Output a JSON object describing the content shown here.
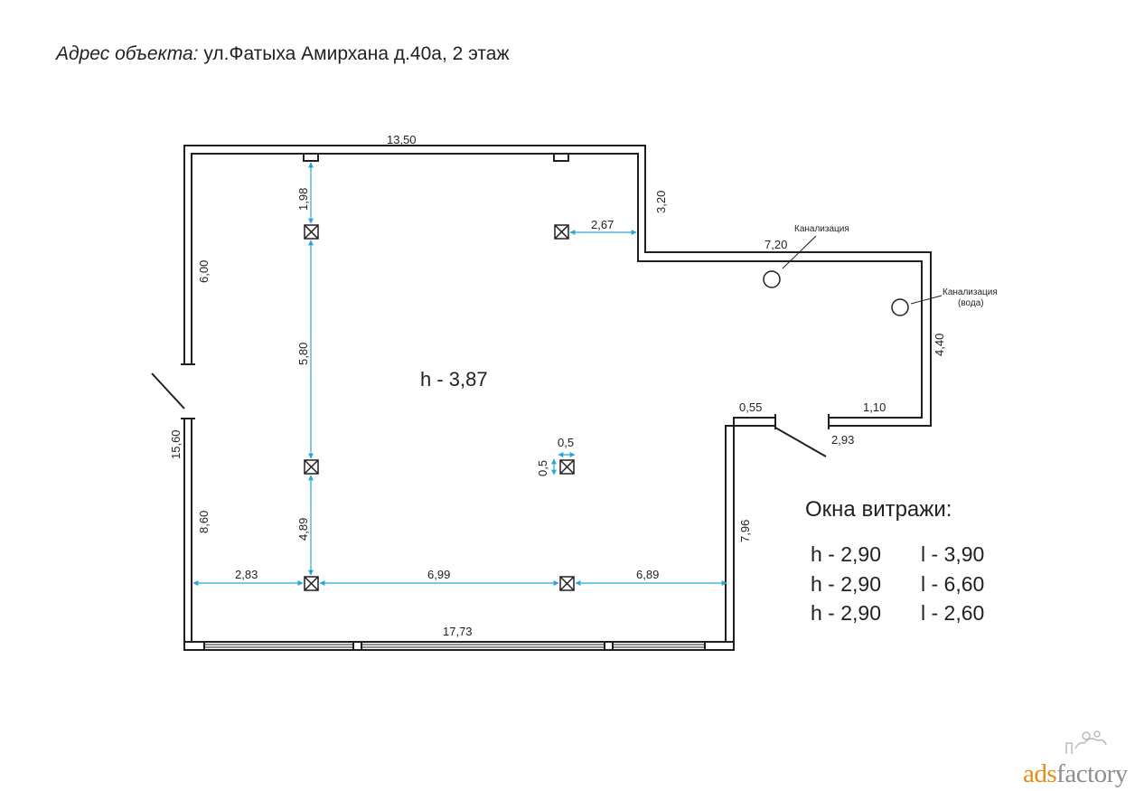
{
  "address": {
    "label": "Адрес объекта:",
    "value": "ул.Фатыха Амирхана д.40а, 2 этаж"
  },
  "ceiling_height": "h - 3,87",
  "dimensions": {
    "top_wall": "13,50",
    "right_upper_wall": "3,20",
    "right_mid_wall": "7,20",
    "far_right_wall": "4,40",
    "right_lower_segment": "1,10",
    "entry_gap_right": "0,55",
    "door_right": "2,93",
    "right_lower_wall": "7,96",
    "left_upper_wall": "6,00",
    "left_total": "15,60",
    "left_lower_wall": "8,60",
    "bottom_wall": "17,73",
    "col_top_offset": "1,98",
    "col_vertical_spacing": "5,80",
    "col_lower_spacing": "4,89",
    "col_left_offset": "2,83",
    "col_horizontal_spacing": "6,99",
    "col_right_offset": "6,89",
    "col_upper_right_offset": "2,67",
    "col_size_w": "0,5",
    "col_size_h": "0,5"
  },
  "annotations": {
    "sewer_1": "Канализация",
    "sewer_2_line1": "Канализация",
    "sewer_2_line2": "(вода)"
  },
  "windows": {
    "title": "Окна витражи:",
    "rows": [
      {
        "h": "h - 2,90",
        "l": "l - 3,90"
      },
      {
        "h": "h - 2,90",
        "l": "l - 6,60"
      },
      {
        "h": "h - 2,90",
        "l": "l - 2,60"
      }
    ]
  },
  "brand": {
    "part1": "ads",
    "part2": "factory"
  },
  "colors": {
    "wall": "#231f20",
    "dimension_line": "#2aa6d6",
    "brand_orange": "#e88a17",
    "brand_gray": "#8a8f93"
  }
}
